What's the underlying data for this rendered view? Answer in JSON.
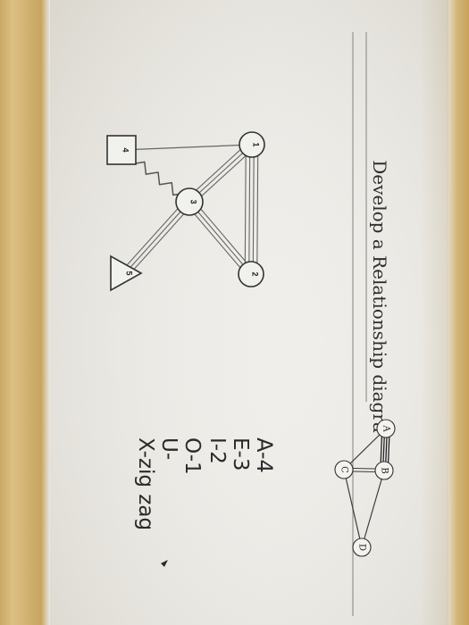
{
  "heading": "Develop a Relationship diagra",
  "main_diagram": {
    "nodes": [
      {
        "id": "n1",
        "label": "1",
        "shape": "circle"
      },
      {
        "id": "n2",
        "label": "2",
        "shape": "circle"
      },
      {
        "id": "n3",
        "label": "3",
        "shape": "circle"
      },
      {
        "id": "n4",
        "label": "4",
        "shape": "square"
      },
      {
        "id": "n5",
        "label": "5",
        "shape": "triangle"
      }
    ],
    "edges": [
      {
        "from": "n1",
        "to": "n4",
        "style": "single"
      },
      {
        "from": "n3",
        "to": "n4",
        "style": "zigzag"
      },
      {
        "from": "n1",
        "to": "n2",
        "style": "quadruple"
      },
      {
        "from": "n1",
        "to": "n3",
        "style": "triple"
      },
      {
        "from": "n3",
        "to": "n2",
        "style": "triple"
      },
      {
        "from": "n3",
        "to": "n5",
        "style": "triple"
      }
    ]
  },
  "legend_diagram": {
    "nodes": [
      {
        "id": "A",
        "label": "A"
      },
      {
        "id": "B",
        "label": "B"
      },
      {
        "id": "C",
        "label": "C"
      },
      {
        "id": "D",
        "label": "D"
      }
    ],
    "edges": [
      {
        "from": "A",
        "to": "B",
        "style": "quadruple"
      },
      {
        "from": "A",
        "to": "C",
        "style": "single"
      },
      {
        "from": "B",
        "to": "C",
        "style": "double"
      },
      {
        "from": "B",
        "to": "D",
        "style": "single"
      },
      {
        "from": "C",
        "to": "D",
        "style": "single"
      }
    ]
  },
  "handwritten_notes": [
    "A-4",
    "E-3",
    "I-2",
    "O-1",
    "U-",
    "X-zig zag"
  ]
}
